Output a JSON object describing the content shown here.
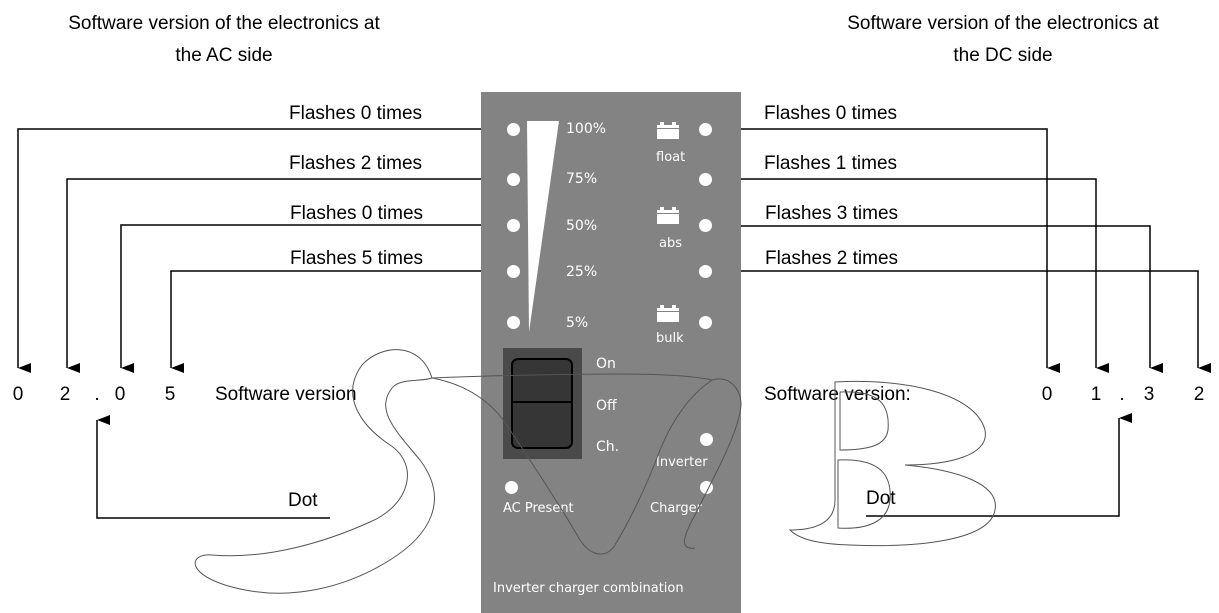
{
  "headings": {
    "ac_line1": "Software version of the electronics at",
    "ac_line2": "the AC side",
    "dc_line1": "Software version of the electronics at",
    "dc_line2": "the DC side"
  },
  "ac_flashes": [
    "Flashes 0 times",
    "Flashes 2 times",
    "Flashes 0 times",
    "Flashes 5 times"
  ],
  "dc_flashes": [
    "Flashes 0 times",
    "Flashes 1 times",
    "Flashes 3 times",
    "Flashes 2 times"
  ],
  "ac_version": {
    "label": "Software version",
    "digits": [
      "0",
      "2",
      ".",
      "0",
      "5"
    ],
    "dot_label": "Dot"
  },
  "dc_version": {
    "label": "Software version:",
    "digits": [
      "0",
      "1",
      ".",
      "3",
      "2"
    ],
    "dot_label": "Dot"
  },
  "panel": {
    "percent_labels": [
      "100%",
      "75%",
      "50%",
      "25%",
      "5%"
    ],
    "stage_labels": {
      "float": "float",
      "abs": "abs",
      "bulk": "bulk"
    },
    "switch_labels": {
      "on": "On",
      "off": "Off",
      "charge": "Ch."
    },
    "inverter": "Inverter",
    "charger": "Charger",
    "ac_present": "AC Present",
    "footer": "Inverter charger combination",
    "color": "#838383"
  }
}
